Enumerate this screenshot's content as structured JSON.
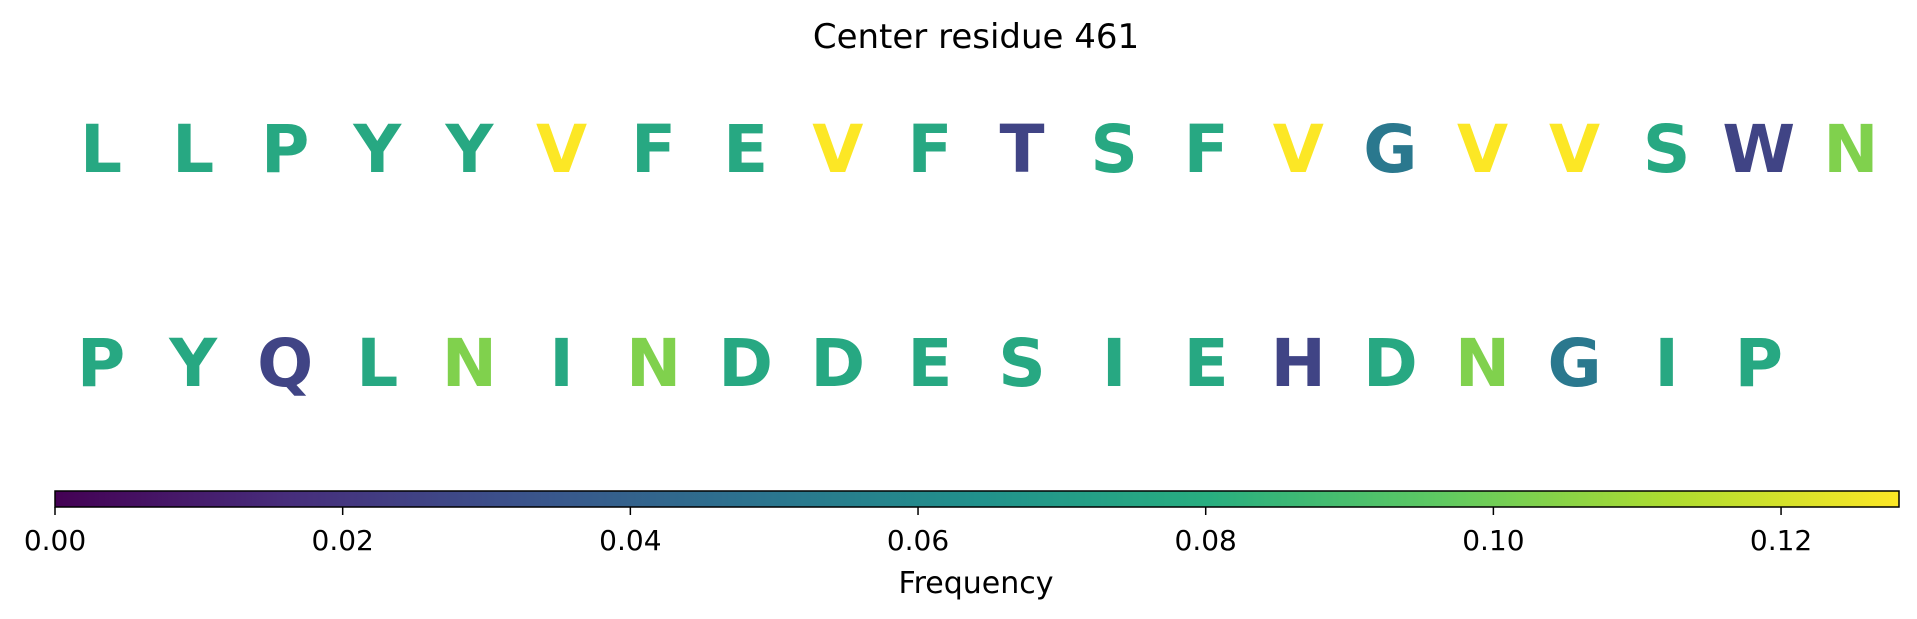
{
  "chart_data": {
    "type": "heatmap",
    "title": "Center residue 461",
    "rows": [
      {
        "residues": [
          "L",
          "L",
          "P",
          "Y",
          "Y",
          "V",
          "F",
          "E",
          "V",
          "F",
          "T",
          "S",
          "F",
          "V",
          "G",
          "V",
          "V",
          "S",
          "W",
          "N"
        ],
        "values": [
          0.077,
          0.077,
          0.077,
          0.077,
          0.077,
          0.128,
          0.077,
          0.077,
          0.128,
          0.077,
          0.026,
          0.077,
          0.077,
          0.128,
          0.051,
          0.128,
          0.128,
          0.077,
          0.026,
          0.103
        ]
      },
      {
        "residues": [
          "P",
          "Y",
          "Q",
          "L",
          "N",
          "I",
          "N",
          "D",
          "D",
          "E",
          "S",
          "I",
          "E",
          "H",
          "D",
          "N",
          "G",
          "I",
          "P"
        ],
        "values": [
          0.077,
          0.077,
          0.026,
          0.077,
          0.103,
          0.077,
          0.103,
          0.077,
          0.077,
          0.077,
          0.077,
          0.077,
          0.077,
          0.026,
          0.077,
          0.103,
          0.051,
          0.077,
          0.077
        ]
      }
    ],
    "colorbar": {
      "label": "Frequency",
      "range": [
        0,
        0.1282
      ],
      "ticks": [
        0.0,
        0.02,
        0.04,
        0.06,
        0.08,
        0.1,
        0.12
      ],
      "tick_labels": [
        "0.00",
        "0.02",
        "0.04",
        "0.06",
        "0.08",
        "0.10",
        "0.12"
      ],
      "colormap": "viridis"
    }
  }
}
